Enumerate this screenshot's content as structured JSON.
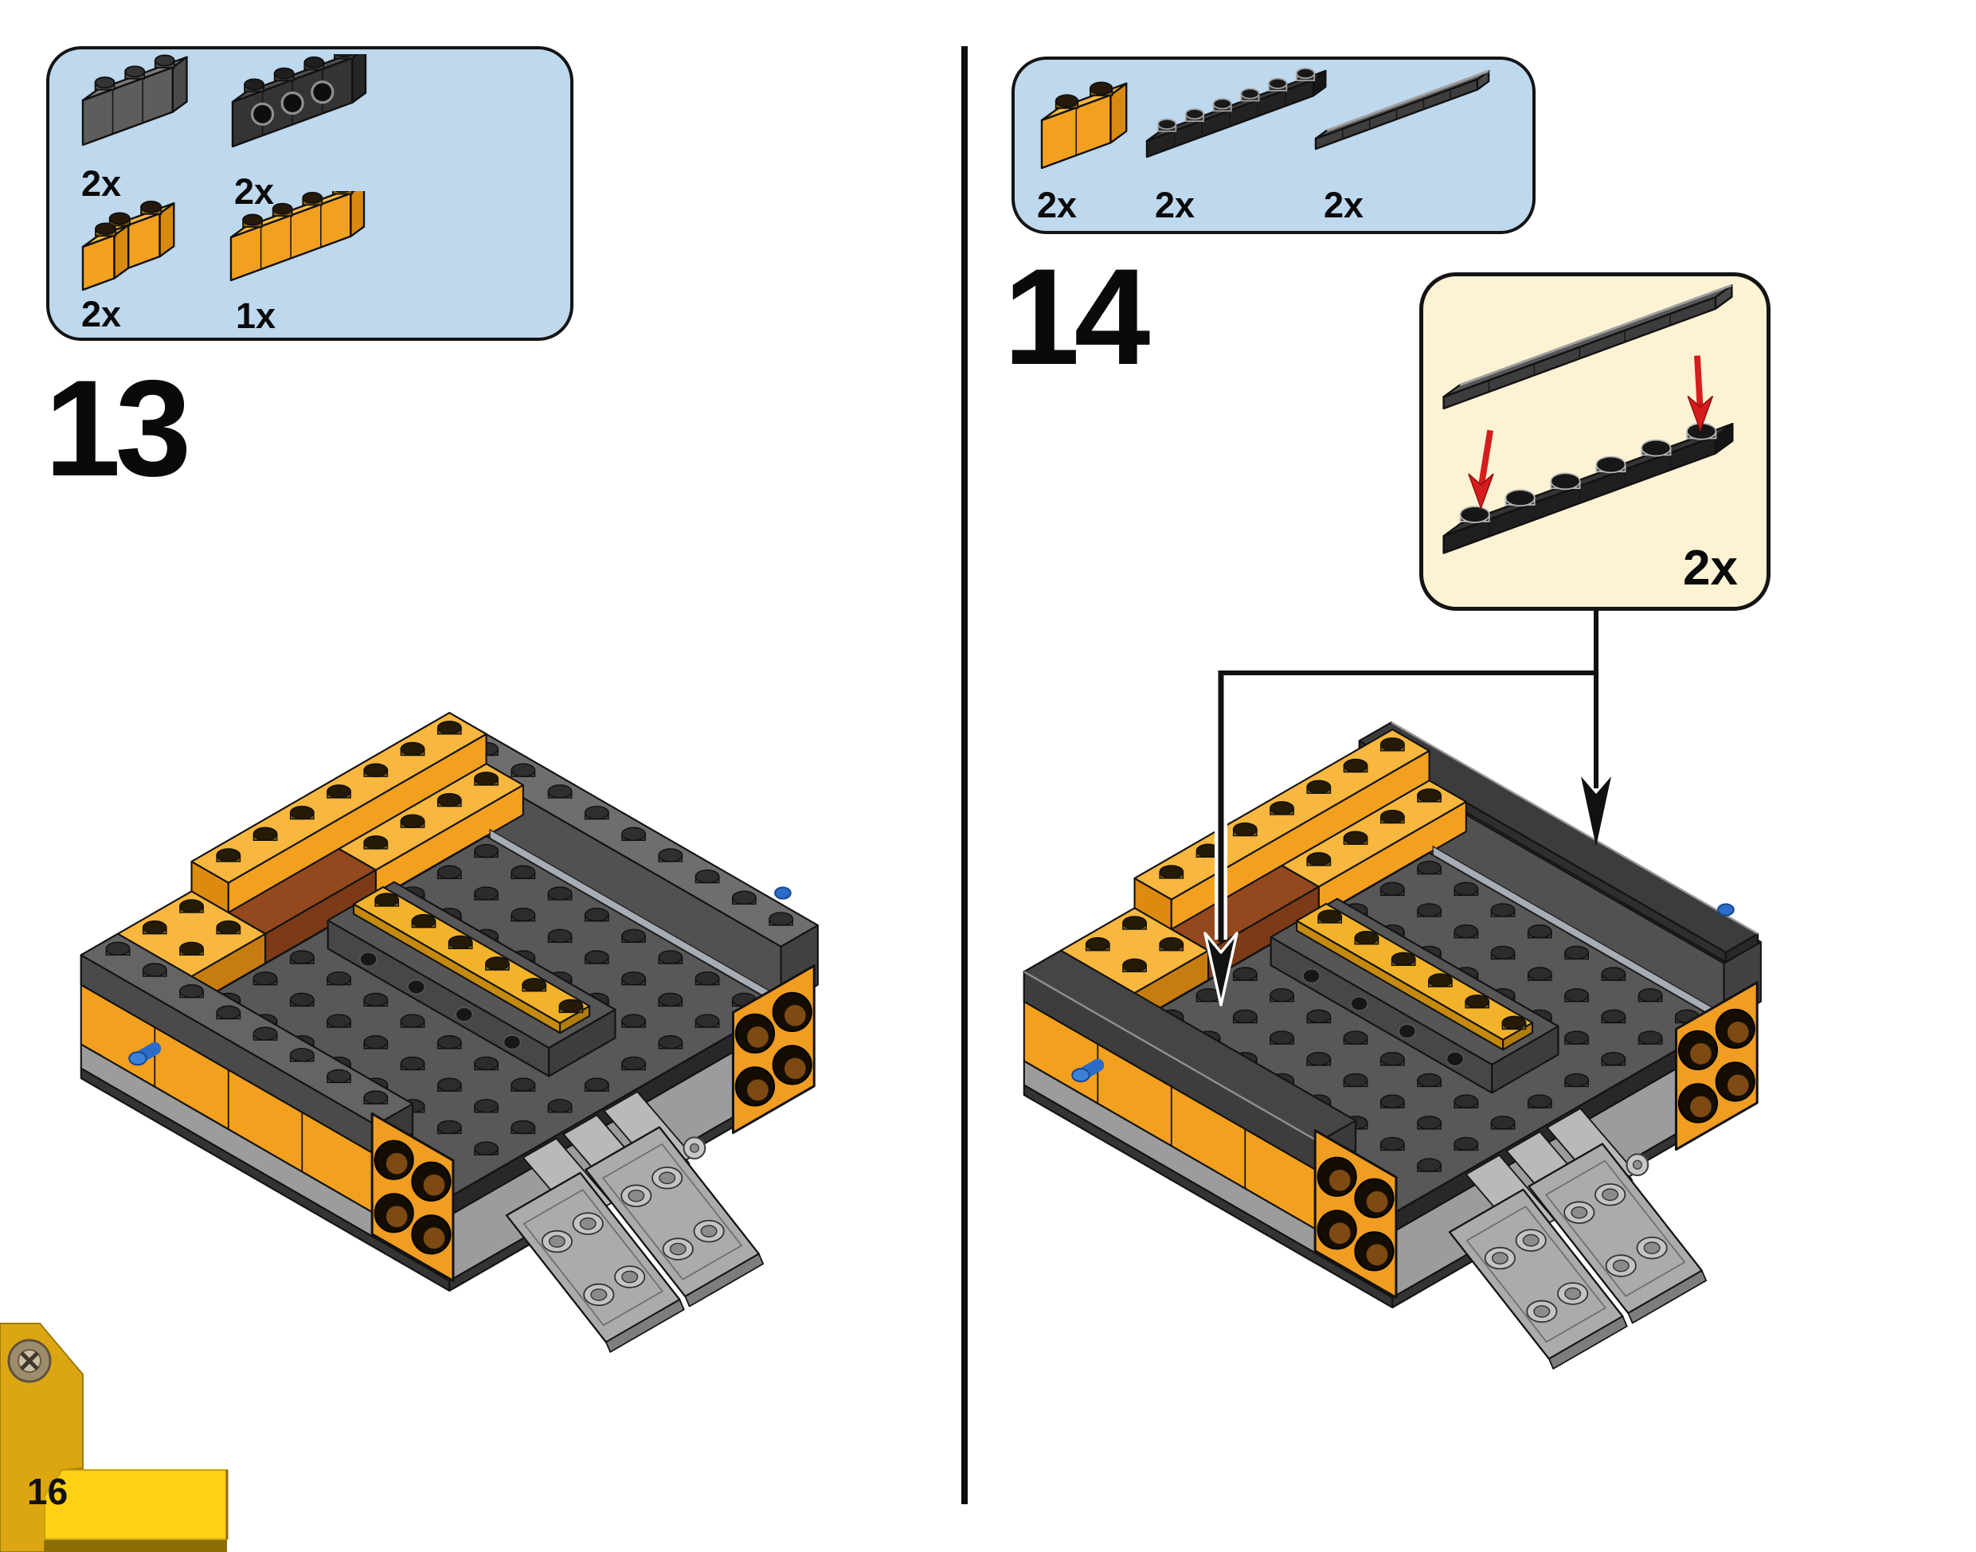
{
  "page": {
    "number": "16"
  },
  "step13": {
    "number": "13",
    "parts": [
      {
        "name": "brick-1x3-dark-gray",
        "count": "2x"
      },
      {
        "name": "technic-brick-1x4-black",
        "count": "2x"
      },
      {
        "name": "corner-brick-2x2-yellow",
        "count": "2x"
      },
      {
        "name": "brick-1x4-yellow",
        "count": "1x"
      }
    ]
  },
  "step14": {
    "number": "14",
    "parts": [
      {
        "name": "brick-1x2-yellow",
        "count": "2x"
      },
      {
        "name": "plate-1x6-black",
        "count": "2x"
      },
      {
        "name": "tile-1x6-dark-gray",
        "count": "2x"
      }
    ],
    "callout": {
      "count": "2x",
      "pieces": [
        "tile-1x6-dark-gray",
        "plate-1x6-black"
      ]
    }
  },
  "colors": {
    "parts_box_bg": "#bed8ee",
    "callout_bg": "#fdf2d4",
    "brick_orange": "#f3a01f",
    "brick_yellow_top": "#f7b93f",
    "dark_gray": "#555555",
    "black_plate": "#262626",
    "arrow_red": "#d51d1d",
    "blue_pin": "#2a6cc8",
    "page_tab_yellow": "#ffd013",
    "page_tab_gold": "#dca613"
  }
}
